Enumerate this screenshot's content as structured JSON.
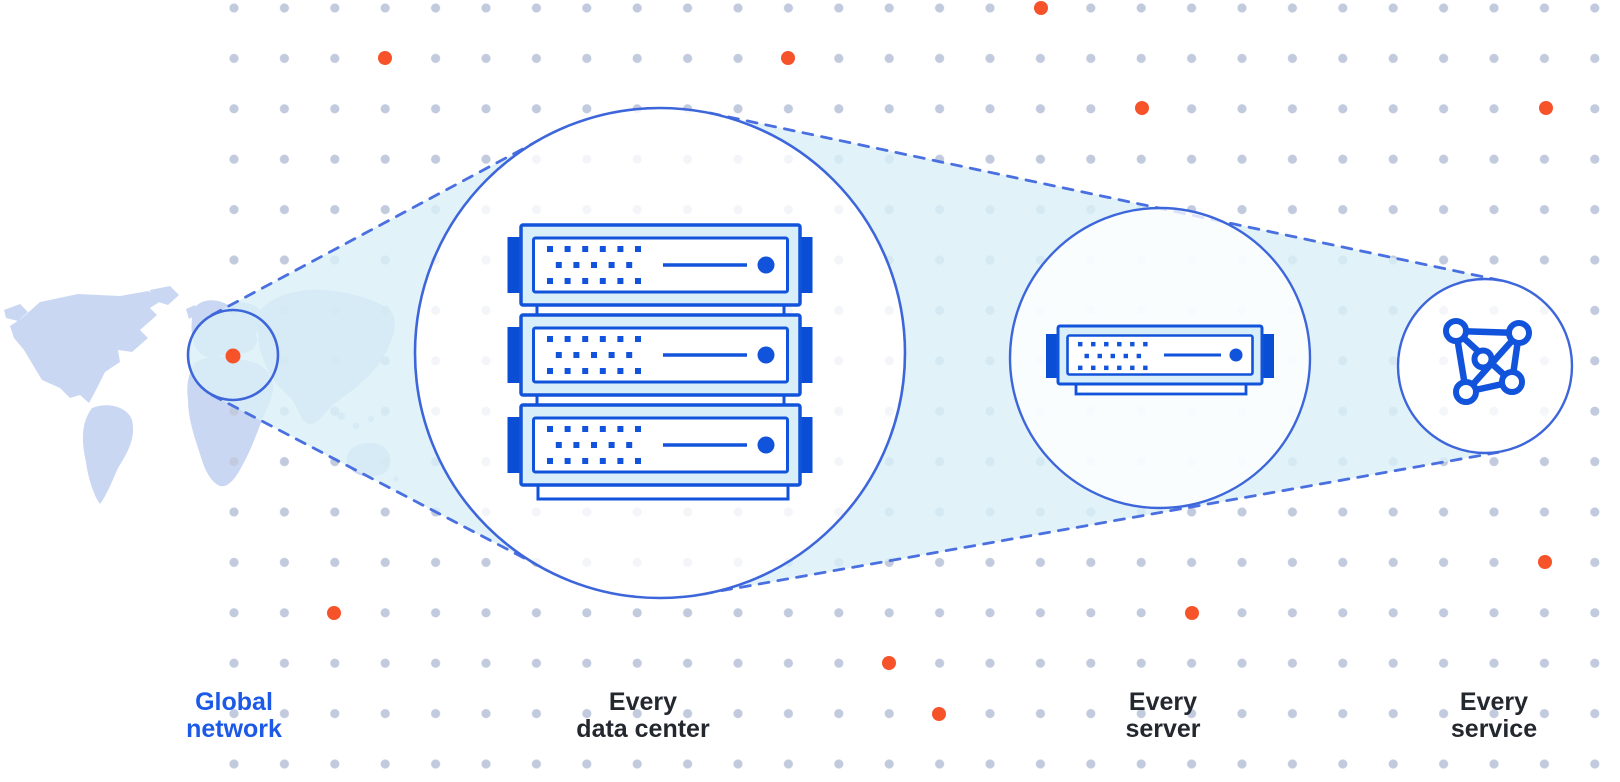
{
  "diagram": {
    "description_labels": [
      {
        "id": "global-network",
        "lines": [
          "Global",
          "network"
        ]
      },
      {
        "id": "every-data-center",
        "lines": [
          "Every",
          "data center"
        ]
      },
      {
        "id": "every-server",
        "lines": [
          "Every",
          "server"
        ]
      },
      {
        "id": "every-service",
        "lines": [
          "Every",
          "service"
        ]
      }
    ]
  },
  "labels": [
    {
      "lines": [
        "Global",
        "network"
      ]
    },
    {
      "lines": [
        "Every",
        "data center"
      ]
    },
    {
      "lines": [
        "Every",
        "server"
      ]
    },
    {
      "lines": [
        "Every",
        "service"
      ]
    }
  ],
  "icons": [
    "world-map",
    "location-dot-icon",
    "magnifier-circle",
    "zoom-beam",
    "server-rack-icon",
    "server-unit-icon",
    "service-mesh-icon",
    "dot-grid-pattern"
  ],
  "colors": {
    "primary-blue": "#1253DB",
    "dark-blue": "#0B4ED6",
    "stroke-blue": "#3E66DB",
    "dash-blue": "#4A6FE0",
    "pale-server-fill": "#D8EEF8",
    "beam-fill": "#DAF0F8",
    "map-fill": "#CAD7F3",
    "grid-dot": "#C2CADE",
    "orange": "#F6532B",
    "label-dark": "#23272E",
    "label-blue": "#1B59E6"
  }
}
